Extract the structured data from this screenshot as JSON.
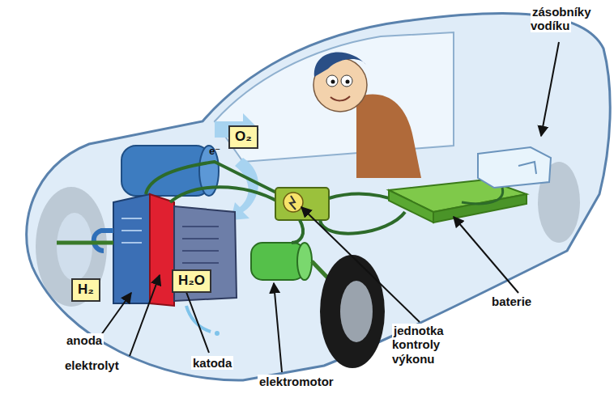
{
  "diagram": {
    "nodes": [
      {
        "text": [
          "O₂"
        ]
      },
      {
        "text": [
          "H₂"
        ]
      },
      {
        "text": [
          "H₂O"
        ]
      }
    ],
    "labels": [
      "zásobníky vodíku",
      "e⁻",
      "anoda",
      "elektrolyt",
      "katoda",
      "elektromotor",
      "jednotka kontroly výkonu",
      "baterie"
    ]
  }
}
